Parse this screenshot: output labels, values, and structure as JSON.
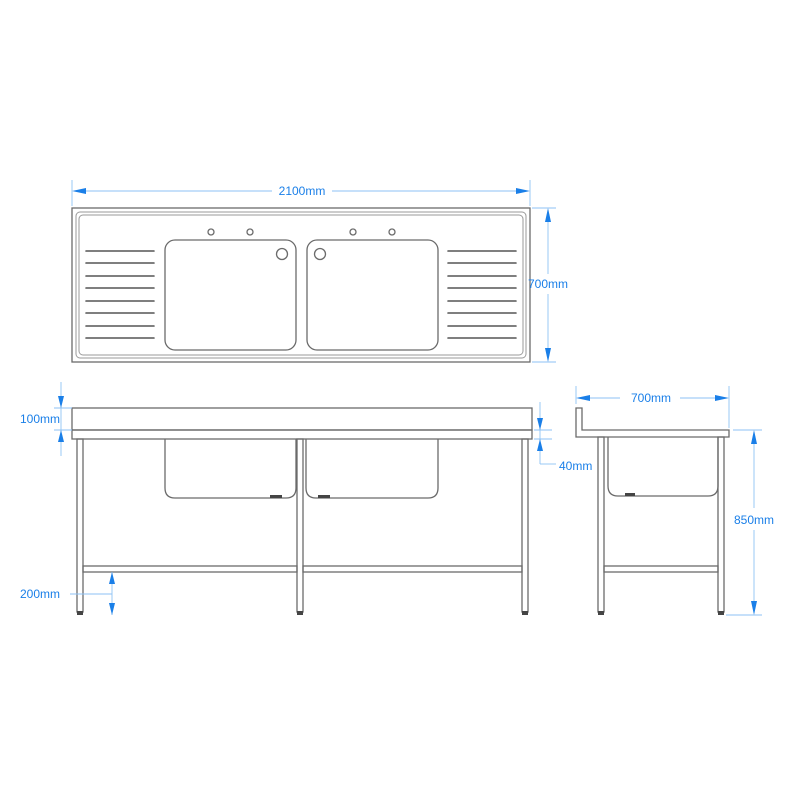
{
  "drawing": {
    "title": "Double bowl stainless steel sink with double drainboards",
    "views": [
      "top-view",
      "front-view",
      "side-view"
    ]
  },
  "dimensions": {
    "overall_length": "2100mm",
    "overall_depth_top": "700mm",
    "backsplash_height": "100mm",
    "worktop_thickness": "40mm",
    "undershelf_height": "200mm",
    "side_depth": "700mm",
    "working_height": "850mm"
  },
  "features": {
    "bowls": 2,
    "drainboards": 2,
    "drain_grooves_per_board": 8,
    "tap_holes": 4,
    "legs_front_view": 3,
    "undershelf": true
  },
  "colors": {
    "dimension": "#1a7fe8",
    "dimension_line": "#8ec2f5",
    "outline": "#6b6b6b",
    "background": "#ffffff"
  }
}
